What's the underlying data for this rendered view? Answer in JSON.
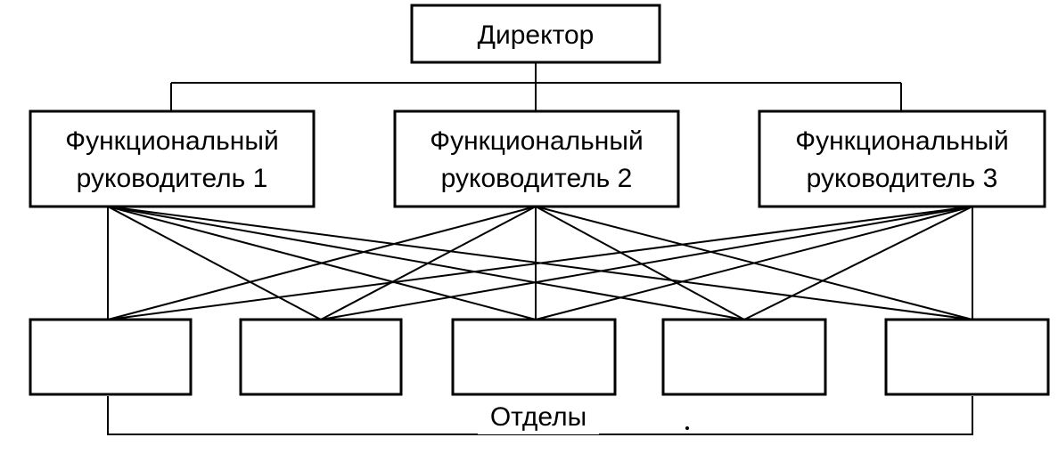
{
  "director": {
    "label": "Директор"
  },
  "managers": [
    {
      "line1": "Функциональный",
      "line2": "руководитель 1"
    },
    {
      "line1": "Функциональный",
      "line2": "руководитель 2"
    },
    {
      "line1": "Функциональный",
      "line2": "руководитель 3"
    }
  ],
  "departments": {
    "count": 5,
    "label": "Отделы"
  },
  "colors": {
    "stroke": "#000000",
    "background": "#ffffff"
  }
}
